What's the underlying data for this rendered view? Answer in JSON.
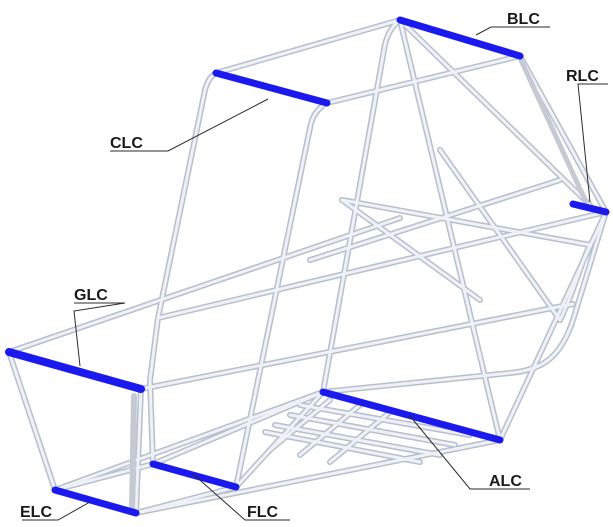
{
  "colors": {
    "highlight": "#1a1aee",
    "tube_outline": "#b7bfcd",
    "tube_fill": "#eef1f6",
    "grey_member": "#c4c9d2",
    "leader": "#2b2b2b"
  },
  "labels": {
    "blc": "BLC",
    "rlc": "RLC",
    "clc": "CLC",
    "glc": "GLC",
    "alc": "ALC",
    "elc": "ELC",
    "flc": "FLC"
  }
}
